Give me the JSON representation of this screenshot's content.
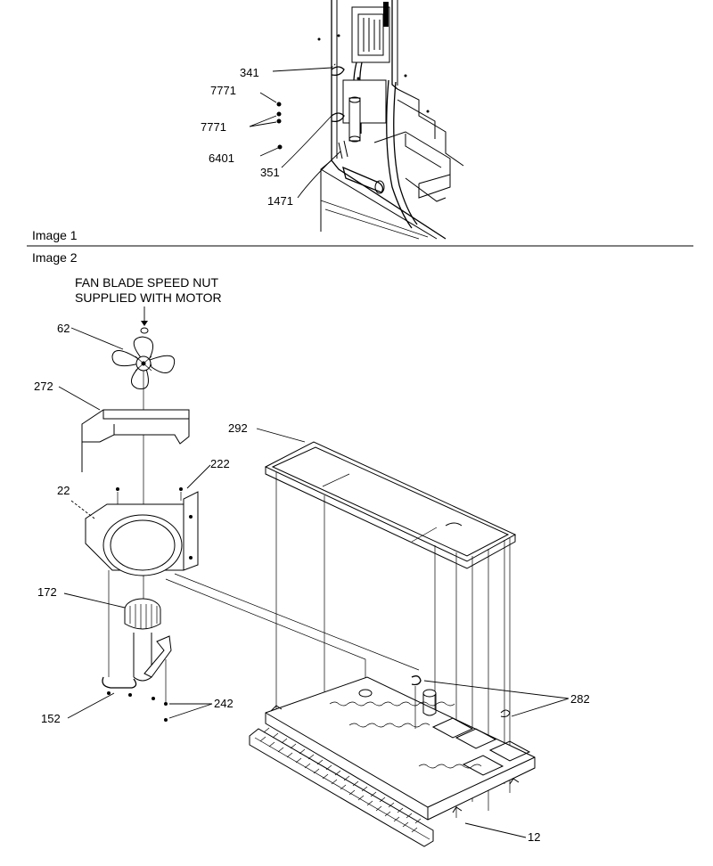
{
  "image1": {
    "caption": "Image 1",
    "callouts": [
      {
        "id": "c341",
        "text": "341"
      },
      {
        "id": "c7771a",
        "text": "7771"
      },
      {
        "id": "c7771b",
        "text": "7771"
      },
      {
        "id": "c6401",
        "text": "6401"
      },
      {
        "id": "c351",
        "text": "351"
      },
      {
        "id": "c1471",
        "text": "1471"
      }
    ]
  },
  "image2": {
    "caption": "Image 2",
    "note_line1": "FAN BLADE SPEED NUT",
    "note_line2": "SUPPLIED WITH MOTOR",
    "callouts": [
      {
        "id": "c62",
        "text": "62"
      },
      {
        "id": "c272",
        "text": "272"
      },
      {
        "id": "c222",
        "text": "222"
      },
      {
        "id": "c22",
        "text": "22"
      },
      {
        "id": "c172",
        "text": "172"
      },
      {
        "id": "c152",
        "text": "152"
      },
      {
        "id": "c242",
        "text": "242"
      },
      {
        "id": "c292",
        "text": "292"
      },
      {
        "id": "c282",
        "text": "282"
      },
      {
        "id": "c12",
        "text": "12"
      }
    ]
  }
}
